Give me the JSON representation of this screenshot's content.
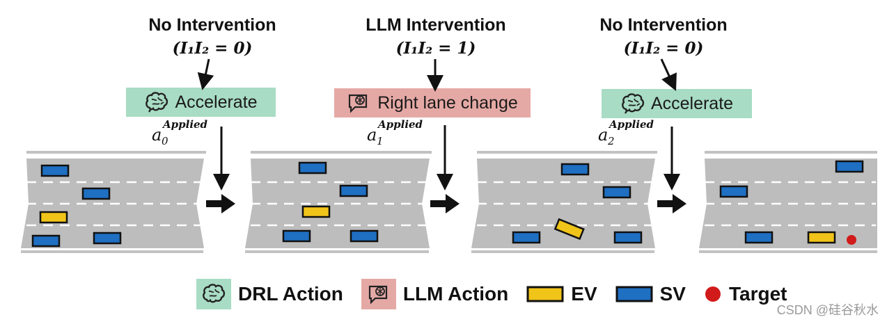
{
  "panels": [
    {
      "title": "No Intervention",
      "condition": "(I₁I₂ = 0)",
      "action": "Accelerate",
      "action_kind": "drl",
      "applied_label": "Applied",
      "applied_index": "0"
    },
    {
      "title": "LLM Intervention",
      "condition": "(I₁I₂ = 1)",
      "action": "Right lane change",
      "action_kind": "llm",
      "applied_label": "Applied",
      "applied_index": "1"
    },
    {
      "title": "No Intervention",
      "condition": "(I₁I₂ = 0)",
      "action": "Accelerate",
      "action_kind": "drl",
      "applied_label": "Applied",
      "applied_index": "2"
    }
  ],
  "legend": {
    "drl": "DRL Action",
    "llm": "LLM Action",
    "ev": "EV",
    "sv": "SV",
    "target": "Target"
  },
  "watermark": "CSDN @硅谷秋水",
  "colors": {
    "drl_box": "#a8dcc4",
    "llm_box": "#e5a9a5",
    "ev": "#f0c419",
    "sv": "#1f6fc2",
    "target": "#d11a1a",
    "road": "#bdbdbd"
  }
}
